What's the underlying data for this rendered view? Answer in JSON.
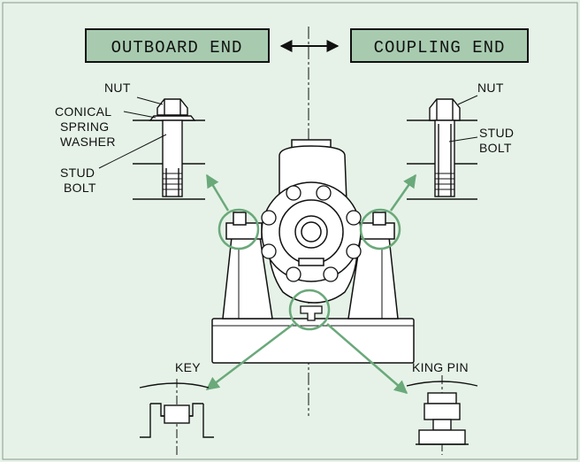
{
  "header": {
    "outboard_end": "OUTBOARD END",
    "coupling_end": "COUPLING END"
  },
  "labels": {
    "left_nut": "NUT",
    "left_washer": [
      "CONICAL",
      "SPRING",
      "WASHER"
    ],
    "left_stud": [
      "STUD",
      "BOLT"
    ],
    "right_nut": "NUT",
    "right_stud": [
      "STUD",
      "BOLT"
    ],
    "key": "KEY",
    "king_pin": "KING PIN"
  },
  "colors": {
    "background": "#e6f2e8",
    "header_box": "#a8cbb0",
    "callout": "#6aa97a",
    "line": "#111111"
  }
}
